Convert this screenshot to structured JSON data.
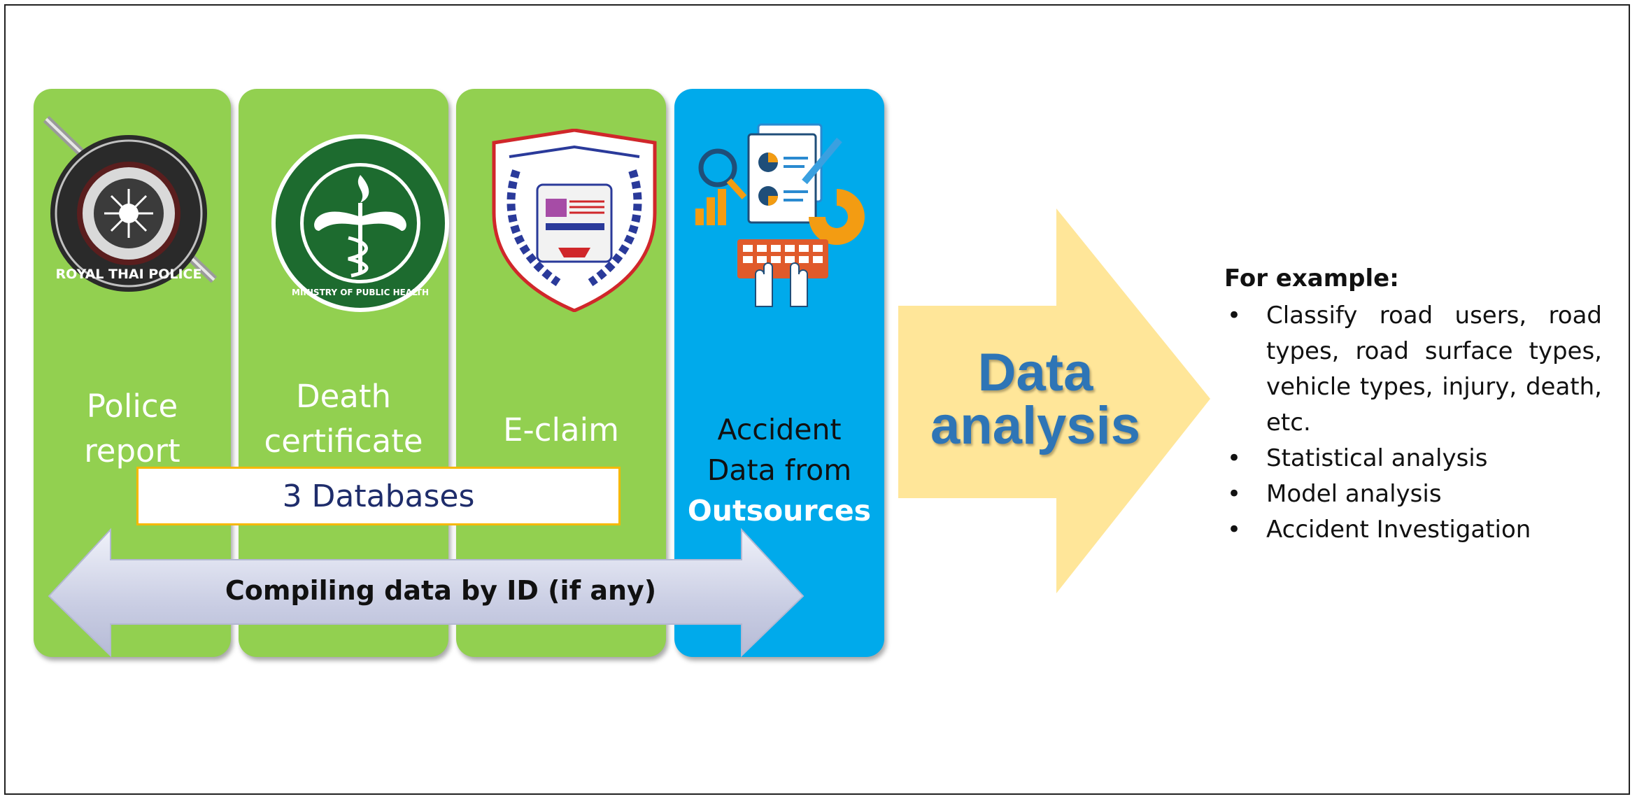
{
  "columns": [
    {
      "id": "police",
      "label": "Police\nreport",
      "logo": "royal-thai-police-emblem",
      "logo_text": "ROYAL THAI POLICE",
      "color": "#92d050"
    },
    {
      "id": "death",
      "label": "Death\ncertificate",
      "logo": "ministry-of-public-health-emblem",
      "logo_text": "MINISTRY OF PUBLIC HEALTH",
      "color": "#92d050"
    },
    {
      "id": "eclaim",
      "label": "E-claim",
      "logo": "e-claim-shield-emblem",
      "color": "#92d050"
    },
    {
      "id": "outsource",
      "label": "Accident\nData from",
      "label_highlight": "Outsources",
      "logo": "data-analytics-icon",
      "color": "#00aaeb"
    }
  ],
  "databases_label": "3 Databases",
  "compile_label": "Compiling data by ID (if any)",
  "analysis": {
    "line1": "Data",
    "line2": "analysis",
    "color": "#2e75b6",
    "arrow_color": "#ffe699"
  },
  "example": {
    "heading": "For example:",
    "items": [
      "Classify road users, road types, road surface types, vehicle types, injury, death, etc.",
      "Statistical analysis",
      "Model analysis",
      "Accident Investigation"
    ]
  }
}
